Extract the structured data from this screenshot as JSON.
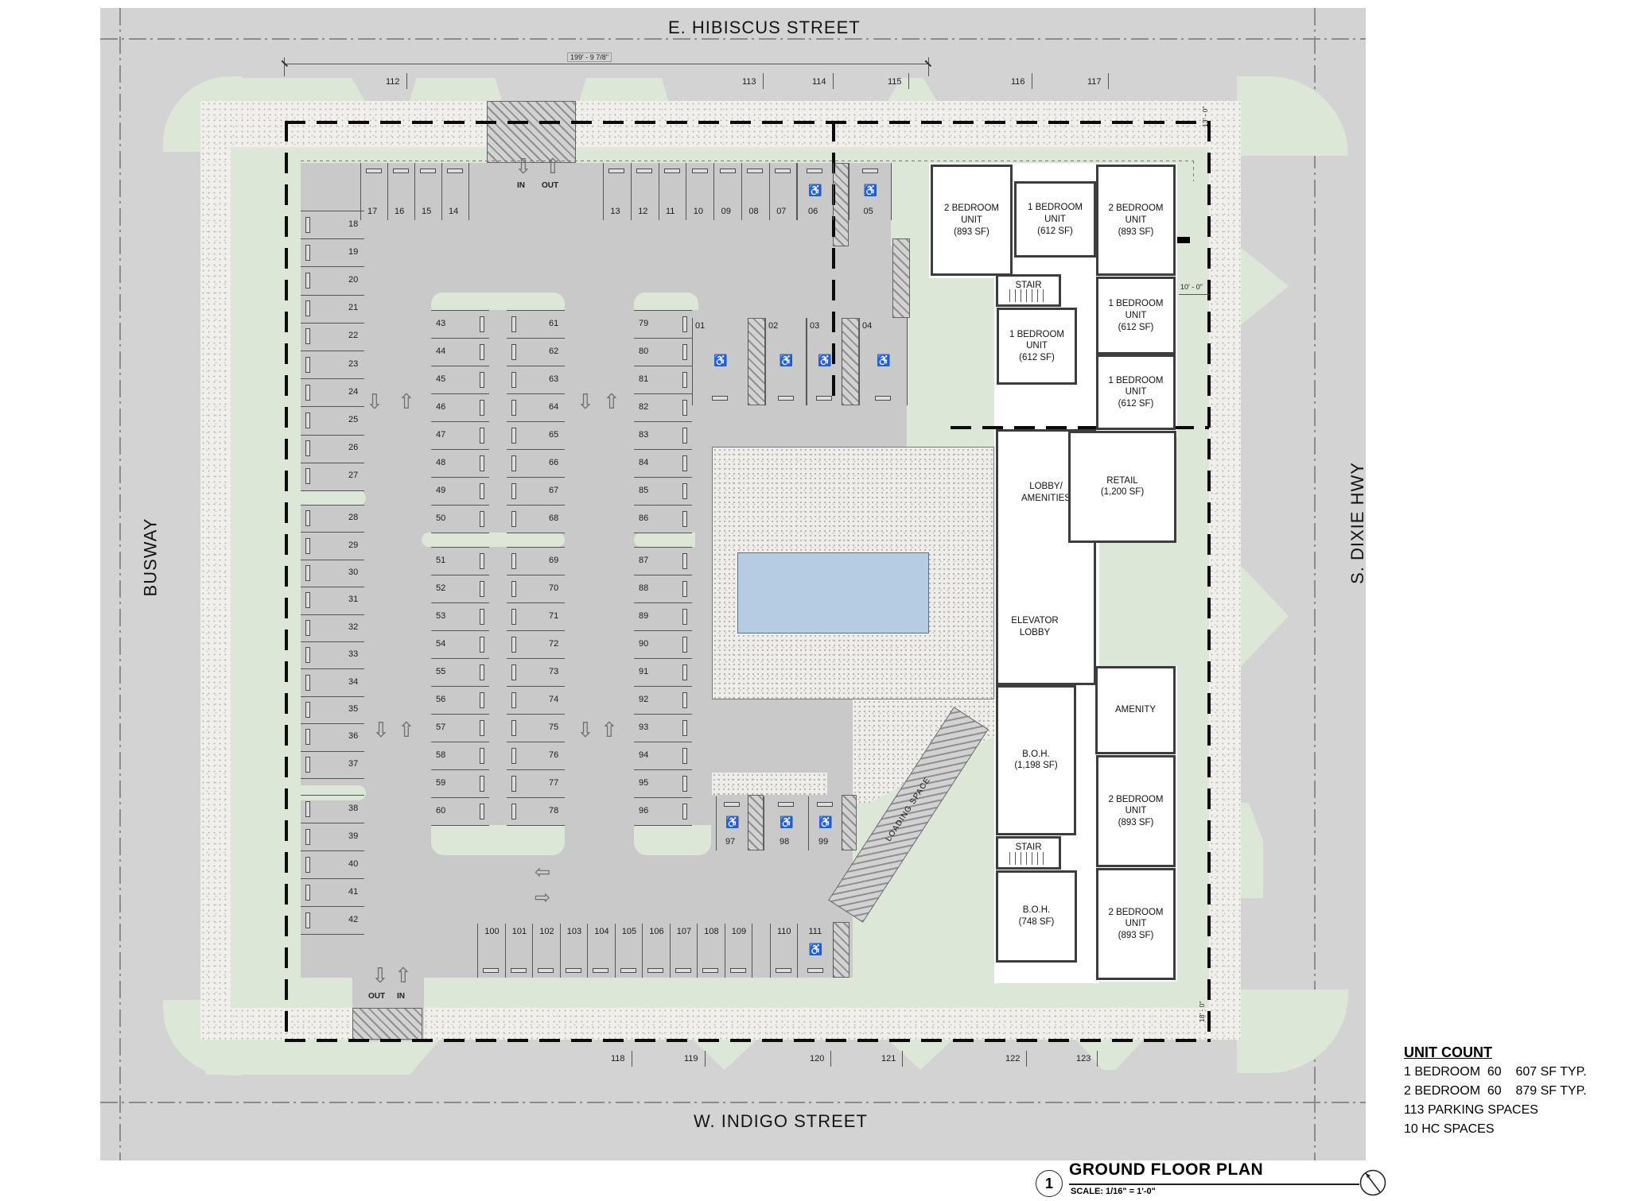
{
  "streets": {
    "north": "E. HIBISCUS STREET",
    "south": "W. INDIGO STREET",
    "west": "BUSWAY",
    "east": "S. DIXIE HWY"
  },
  "title_block": {
    "sheet_number": "1",
    "title": "GROUND FLOOR PLAN",
    "scale": "SCALE:  1/16\" = 1'-0\""
  },
  "unit_count": {
    "heading": "UNIT COUNT",
    "lines": [
      "1 BEDROOM  60    607 SF TYP.",
      "2 BEDROOM  60    879 SF TYP.",
      "113 PARKING SPACES",
      "10 HC SPACES"
    ]
  },
  "dimensions": {
    "top": "199' - 9 7/8\"",
    "right_top": "13' - 0\"",
    "right_mid": "10' - 0\"",
    "right_bottom": "18' - 0\""
  },
  "circulation": {
    "in": "IN",
    "out": "OUT"
  },
  "loading": {
    "label": "LOADING SPACE"
  },
  "icons": {
    "wheelchair": "♿",
    "arrow_up": "⇧",
    "arrow_down": "⇩",
    "arrow_left": "⇦",
    "arrow_right": "⇨"
  },
  "colors": {
    "street": "#d3d3d3",
    "pavement": "#c9c9c9",
    "landscape": "#dce7d7",
    "pool": "#b4cde3",
    "wall": "#3d3d3d"
  },
  "rooms": [
    {
      "key": "2br_a",
      "lines": [
        "2 BEDROOM",
        "UNIT",
        "(893 SF)"
      ]
    },
    {
      "key": "1br_a",
      "lines": [
        "1 BEDROOM",
        "UNIT",
        "(612 SF)"
      ]
    },
    {
      "key": "2br_b",
      "lines": [
        "2 BEDROOM",
        "UNIT",
        "(893 SF)"
      ]
    },
    {
      "key": "stair_n",
      "lines": [
        "STAIR"
      ]
    },
    {
      "key": "1br_b",
      "lines": [
        "1 BEDROOM",
        "UNIT",
        "(612 SF)"
      ]
    },
    {
      "key": "1br_c",
      "lines": [
        "1 BEDROOM",
        "UNIT",
        "(612 SF)"
      ]
    },
    {
      "key": "1br_d",
      "lines": [
        "1 BEDROOM",
        "UNIT",
        "(612 SF)"
      ]
    },
    {
      "key": "lobby",
      "lines": [
        "LOBBY/",
        "AMENITIES"
      ]
    },
    {
      "key": "retail",
      "lines": [
        "RETAIL",
        "(1,200 SF)"
      ]
    },
    {
      "key": "elev",
      "lines": [
        "ELEVATOR",
        "LOBBY"
      ]
    },
    {
      "key": "amenity",
      "lines": [
        "AMENITY"
      ]
    },
    {
      "key": "boh1",
      "lines": [
        "B.O.H.",
        "(1,198 SF)"
      ]
    },
    {
      "key": "2br_c",
      "lines": [
        "2 BEDROOM",
        "UNIT",
        "(893 SF)"
      ]
    },
    {
      "key": "stair_s",
      "lines": [
        "STAIR"
      ]
    },
    {
      "key": "boh2",
      "lines": [
        "B.O.H.",
        "(748 SF)"
      ]
    },
    {
      "key": "2br_d",
      "lines": [
        "2 BEDROOM",
        "UNIT",
        "(893 SF)"
      ]
    }
  ],
  "parking": {
    "top_row_left": [
      "17",
      "16",
      "15",
      "14"
    ],
    "top_row_right": [
      "13",
      "12",
      "11",
      "10",
      "09",
      "08",
      "07"
    ],
    "space_06": "06",
    "space_05": "05",
    "row_01_04": [
      "01",
      "02",
      "03",
      "04"
    ],
    "left_column_a": [
      "18",
      "19",
      "20",
      "21",
      "22",
      "23",
      "24",
      "25",
      "26",
      "27"
    ],
    "left_column_b": [
      "28",
      "29",
      "30",
      "31",
      "32",
      "33",
      "34",
      "35",
      "36",
      "37"
    ],
    "left_column_c": [
      "38",
      "39",
      "40",
      "41",
      "42"
    ],
    "bank1_left_a": [
      "43",
      "44",
      "45",
      "46",
      "47",
      "48",
      "49",
      "50"
    ],
    "bank1_left_b": [
      "51",
      "52",
      "53",
      "54",
      "55",
      "56",
      "57",
      "58",
      "59",
      "60"
    ],
    "bank1_right_a": [
      "61",
      "62",
      "63",
      "64",
      "65",
      "66",
      "67",
      "68"
    ],
    "bank1_right_b": [
      "69",
      "70",
      "71",
      "72",
      "73",
      "74",
      "75",
      "76",
      "77",
      "78"
    ],
    "bank2_a": [
      "79",
      "80",
      "81",
      "82",
      "83",
      "84",
      "85",
      "86"
    ],
    "bank2_b": [
      "87",
      "88",
      "89",
      "90",
      "91",
      "92",
      "93",
      "94",
      "95",
      "96"
    ],
    "row_97_99": [
      "97",
      "98",
      "99"
    ],
    "bottom_row": [
      "100",
      "101",
      "102",
      "103",
      "104",
      "105",
      "106",
      "107",
      "108",
      "109"
    ],
    "space_110": "110",
    "space_111": "111",
    "street_top": [
      "112",
      "113",
      "114",
      "115",
      "116",
      "117"
    ],
    "street_bottom": [
      "118",
      "119",
      "120",
      "121",
      "122",
      "123"
    ],
    "hc_spaces": [
      "01",
      "02",
      "03",
      "04",
      "05",
      "06",
      "97",
      "98",
      "99",
      "111"
    ]
  }
}
